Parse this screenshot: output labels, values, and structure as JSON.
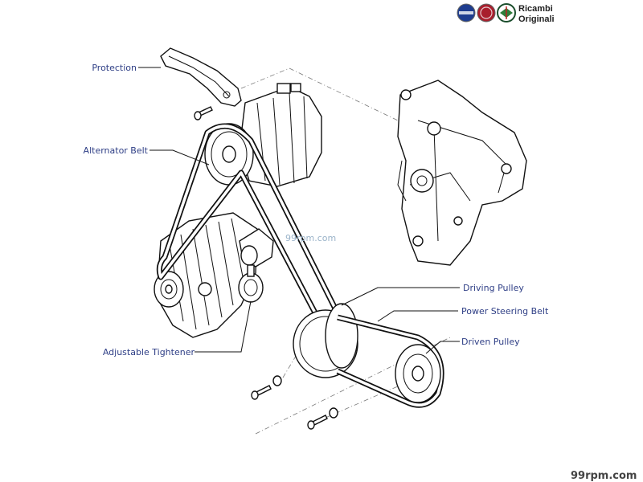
{
  "brand": {
    "line1": "Ricambi",
    "line2": "Originali",
    "logos": [
      "lancia-logo",
      "fiat-logo",
      "alfa-romeo-logo"
    ]
  },
  "labels": {
    "protection": "Protection",
    "alternator_belt": "Alternator Belt",
    "adjustable_tightener": "Adjustable Tightener",
    "driving_pulley": "Driving Pulley",
    "power_steering_belt": "Power Steering Belt",
    "driven_pulley": "Driven Pulley"
  },
  "watermarks": {
    "center": "99rpm.com",
    "corner": "99rpm.com"
  }
}
